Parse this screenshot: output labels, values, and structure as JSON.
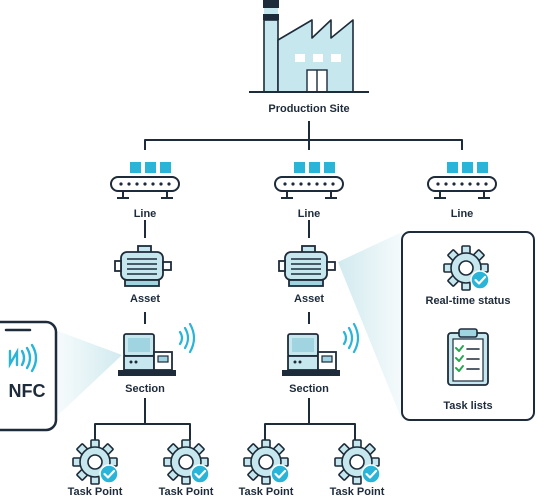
{
  "diagram": {
    "root": {
      "label": "Production Site",
      "icon": "factory-icon"
    },
    "lines": [
      {
        "label": "Line",
        "icon": "conveyor-icon"
      },
      {
        "label": "Line",
        "icon": "conveyor-icon"
      },
      {
        "label": "Line",
        "icon": "conveyor-icon"
      }
    ],
    "assets": [
      {
        "label": "Asset",
        "icon": "motor-icon"
      },
      {
        "label": "Asset",
        "icon": "motor-icon"
      }
    ],
    "sections": [
      {
        "label": "Section",
        "icon": "nfc-terminal-icon"
      },
      {
        "label": "Section",
        "icon": "nfc-terminal-icon"
      }
    ],
    "task_points": [
      {
        "label": "Task Point",
        "icon": "gear-check-icon"
      },
      {
        "label": "Task Point",
        "icon": "gear-check-icon"
      },
      {
        "label": "Task Point",
        "icon": "gear-check-icon"
      },
      {
        "label": "Task Point",
        "icon": "gear-check-icon"
      }
    ],
    "phone": {
      "label": "NFC",
      "icon": "nfc-waves-icon"
    },
    "info_panel": {
      "items": [
        {
          "label": "Real-time status",
          "icon": "gear-check-icon"
        },
        {
          "label": "Task lists",
          "icon": "clipboard-checklist-icon"
        }
      ]
    },
    "colors": {
      "line": "#1d2b3a",
      "accent": "#29b4d8",
      "fill_light": "#c7e7ee",
      "fill_mid": "#9fd4e0",
      "check": "#26a94f",
      "beam": "#cfe9ee"
    }
  }
}
